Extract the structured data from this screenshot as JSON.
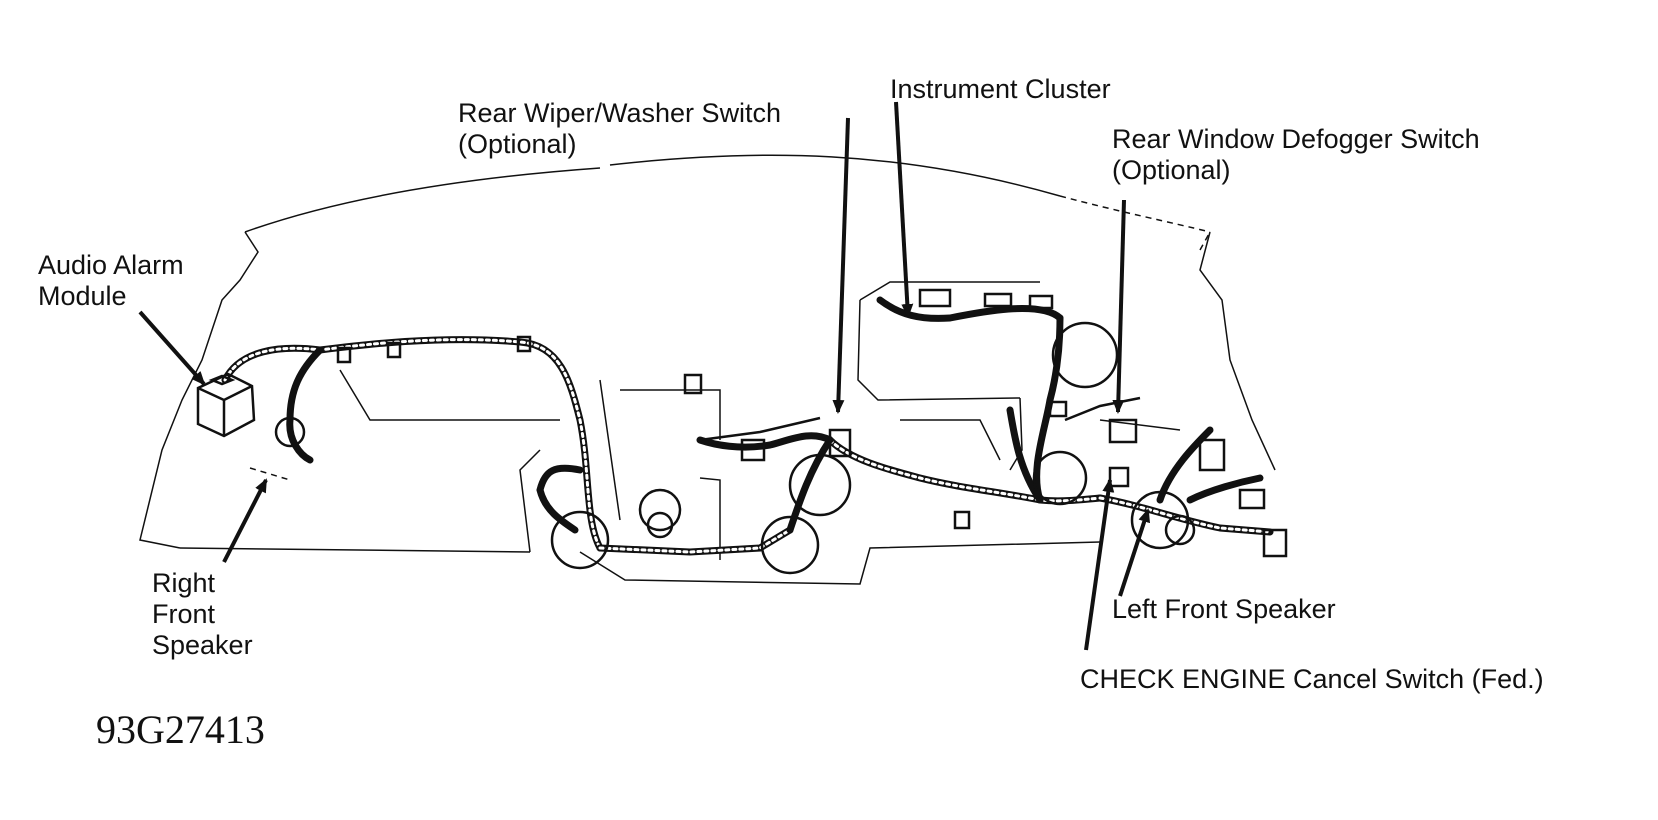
{
  "labels": {
    "rear_wiper": [
      "Rear Wiper/Washer Switch",
      "(Optional)"
    ],
    "instrument_cluster": [
      "Instrument Cluster"
    ],
    "rear_defogger": [
      "Rear Window Defogger Switch",
      "(Optional)"
    ],
    "audio_alarm": [
      "Audio Alarm",
      "Module"
    ],
    "right_speaker": [
      "Right",
      "Front",
      "Speaker"
    ],
    "left_speaker": [
      "Left Front Speaker"
    ],
    "check_engine": [
      "CHECK ENGINE Cancel Switch (Fed.)"
    ]
  },
  "figure_code": "93G27413"
}
